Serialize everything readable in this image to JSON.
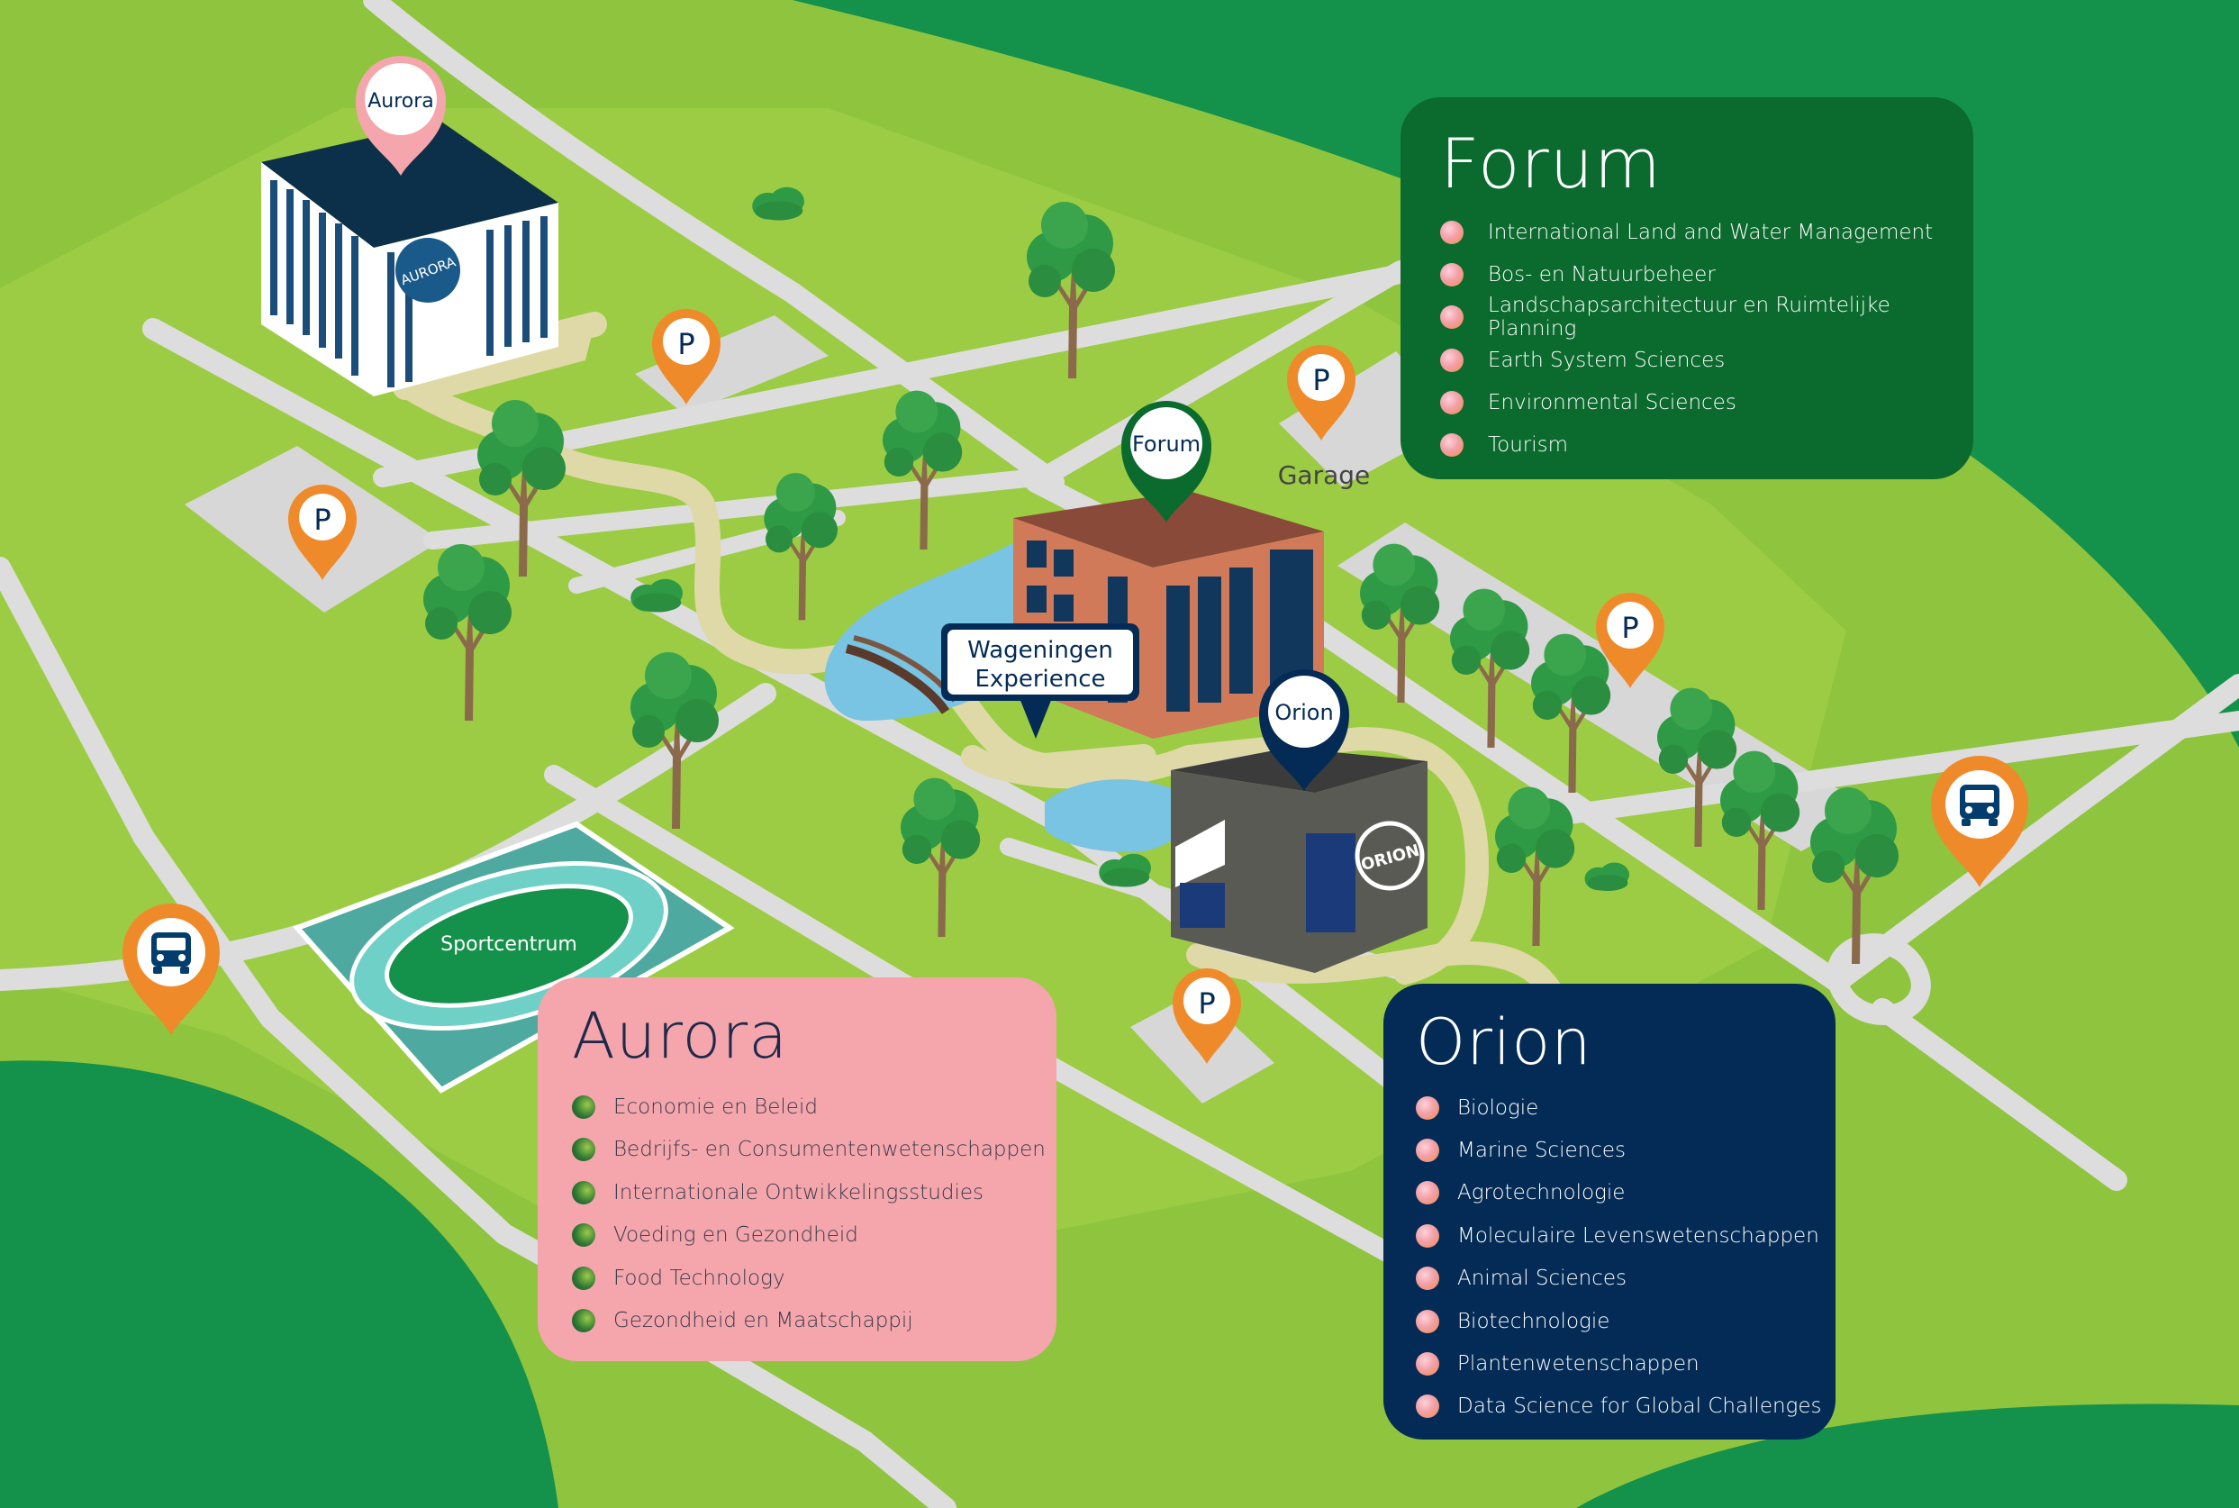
{
  "map": {
    "labels": {
      "garage": "Garage",
      "sportcentrum": "Sportcentrum",
      "wageningen_line1": "Wageningen",
      "wageningen_line2": "Experience",
      "aurora_logo": "AURORA",
      "orion_logo": "ORION"
    },
    "pins": {
      "aurora": "Aurora",
      "forum": "Forum",
      "orion": "Orion",
      "parking": "P"
    }
  },
  "panels": {
    "forum": {
      "title": "Forum",
      "items": [
        "International Land and Water Management",
        "Bos- en Natuurbeheer",
        "Landschapsarchitectuur en Ruimtelijke Planning",
        "Earth System Sciences",
        "Environmental Sciences",
        "Tourism"
      ]
    },
    "aurora": {
      "title": "Aurora",
      "items": [
        "Economie en Beleid",
        "Bedrijfs- en Consumentenwetenschappen",
        "Internationale Ontwikkelingsstudies",
        "Voeding en Gezondheid",
        "Food Technology",
        "Gezondheid en Maatschappij"
      ]
    },
    "orion": {
      "title": "Orion",
      "items": [
        "Biologie",
        "Marine Sciences",
        "Agrotechnologie",
        "Moleculaire Levenswetenschappen",
        "Animal Sciences",
        "Biotechnologie",
        "Plantenwetenschappen",
        "Data Science for Global Challenges"
      ]
    }
  },
  "colors": {
    "grass_light": "#8fc43f",
    "grass_dark": "#14914a",
    "road": "#dddddd",
    "path": "#ded9a6",
    "water": "#79c3e3",
    "forum_panel": "#0b6a2e",
    "aurora_panel": "#f4a6ac",
    "orion_panel": "#032b55",
    "parking_pin": "#ef8a2b"
  }
}
